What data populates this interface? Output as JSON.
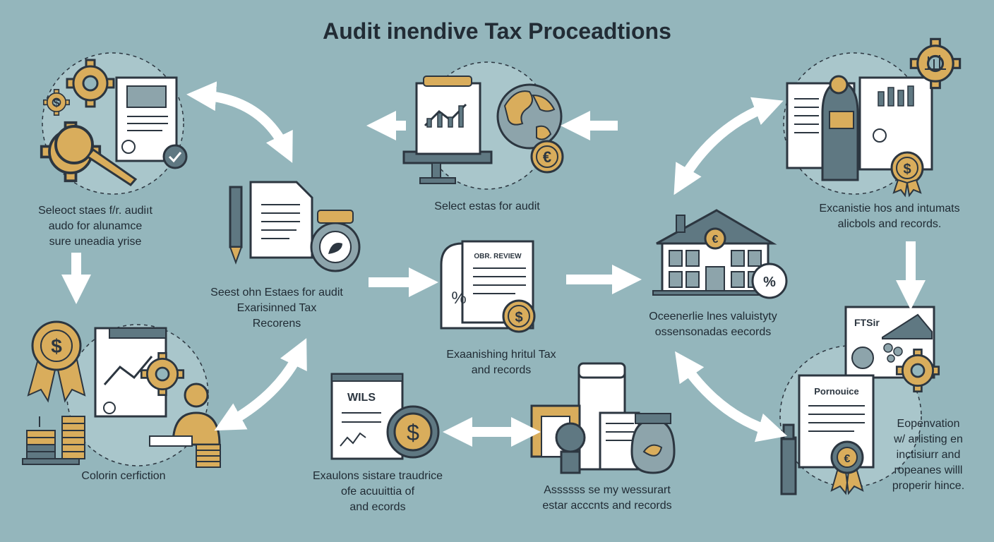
{
  "title": "Audit inendive Tax Proceadtions",
  "labels": {
    "top_left": [
      "Seleoct staes f/r. audiıt",
      "audo for alunamce",
      "sure uneadia yrise"
    ],
    "top_center": [
      "Select estas for audit"
    ],
    "top_right": [
      "Excanistie hos and intumats",
      "alicbols and records."
    ],
    "mid_left": [
      "Seest ohn Estaes for audit",
      "Exarisinned Tax",
      "Recorens"
    ],
    "mid_center": [
      "Exaanishing hritul Tax",
      "and records"
    ],
    "mid_right": [
      "Oceenerlie lnes valuistyty",
      "ossensonadas eecords"
    ],
    "bottom_left": [
      "Colorin cerfiction"
    ],
    "bottom_center_left": [
      "Exaulons sistare traudrice",
      "ofe acuuittia of",
      "and ecords"
    ],
    "bottom_center_right": [
      "Assssss se my wessurart",
      "estar acccnts and records"
    ],
    "bottom_right": [
      "Eopenvation",
      "w/ arlisting en",
      "inctisiurr and",
      "ropeanes willl",
      "properir hince."
    ]
  },
  "doc_text": {
    "review": "OBR. REVIEW",
    "percent": "%",
    "wils": "WILS",
    "ftsr": "FTSir",
    "pornouice": "Pornouice"
  },
  "symbols": {
    "dollar": "$",
    "euro": "€",
    "pct": "%"
  },
  "icons": [
    "gear-icon",
    "magnifier-icon",
    "document-icon",
    "monitor-icon",
    "globe-icon",
    "coin-icon",
    "person-icon",
    "building-icon",
    "badge-icon",
    "pen-icon",
    "scroll-icon",
    "safe-icon",
    "bar-chart-icon",
    "arrow-icon"
  ],
  "colors": {
    "background": "#94b6bc",
    "gold": "#d9ad5c",
    "ink": "#2c3640",
    "paper": "#ffffff",
    "slate": "#5f7882",
    "arrow": "#ffffff"
  }
}
